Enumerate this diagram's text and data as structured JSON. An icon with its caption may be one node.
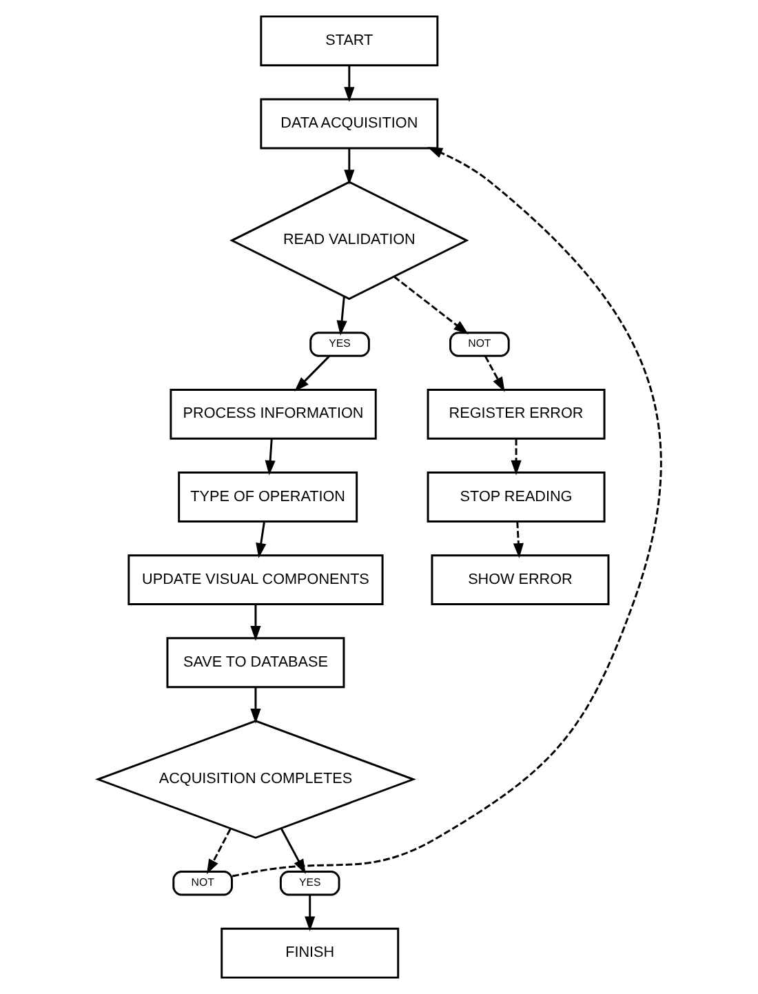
{
  "diagram": {
    "nodes": [
      {
        "text": [
          "START"
        ]
      },
      {
        "text": [
          "DATA ACQUISITION"
        ]
      },
      {
        "text": [
          "READ VALIDATION"
        ]
      },
      {
        "text": [
          "YES"
        ]
      },
      {
        "text": [
          "NOT"
        ]
      },
      {
        "text": [
          "PROCESS INFORMATION"
        ]
      },
      {
        "text": [
          "REGISTER ERROR"
        ]
      },
      {
        "text": [
          "TYPE OF OPERATION"
        ]
      },
      {
        "text": [
          "STOP READING"
        ]
      },
      {
        "text": [
          "UPDATE VISUAL COMPONENTS"
        ]
      },
      {
        "text": [
          "SHOW ERROR"
        ]
      },
      {
        "text": [
          "SAVE TO DATABASE"
        ]
      },
      {
        "text": [
          "ACQUISITION COMPLETES"
        ]
      },
      {
        "text": [
          "NOT"
        ]
      },
      {
        "text": [
          "YES"
        ]
      },
      {
        "text": [
          "FINISH"
        ]
      }
    ],
    "edges": [
      {
        "from": 0,
        "to": 1,
        "arrow": "to"
      },
      {
        "from": 1,
        "to": 2,
        "arrow": "to"
      },
      {
        "from": 2,
        "to": 3,
        "arrow": "to"
      },
      {
        "from": 2,
        "to": 4,
        "arrow": "to",
        "style": "dashed"
      },
      {
        "from": 3,
        "to": 5,
        "arrow": "to"
      },
      {
        "from": 4,
        "to": 6,
        "arrow": "to",
        "style": "dashed"
      },
      {
        "from": 5,
        "to": 7,
        "arrow": "to"
      },
      {
        "from": 6,
        "to": 8,
        "arrow": "to",
        "style": "dashed"
      },
      {
        "from": 7,
        "to": 9,
        "arrow": "to"
      },
      {
        "from": 8,
        "to": 10,
        "arrow": "to",
        "style": "dashed"
      },
      {
        "from": 9,
        "to": 11,
        "arrow": "to"
      },
      {
        "from": 11,
        "to": 12,
        "arrow": "to"
      },
      {
        "from": 12,
        "to": 13,
        "arrow": "to",
        "style": "dashed"
      },
      {
        "from": 13,
        "to": 1,
        "arrow": "to",
        "style": "dashed"
      },
      {
        "from": 12,
        "to": 14,
        "arrow": "to"
      },
      {
        "from": 14,
        "to": 15,
        "arrow": "to"
      }
    ]
  }
}
